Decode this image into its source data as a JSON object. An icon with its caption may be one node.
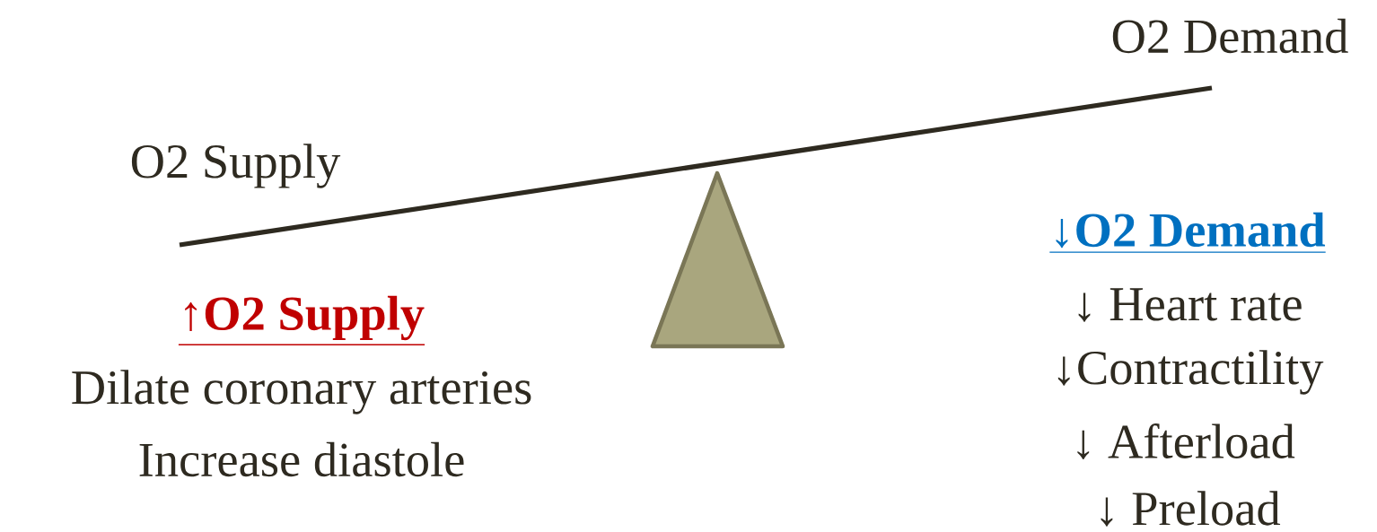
{
  "diagram": {
    "labels": [
      "O2 Demand",
      "O2 Supply",
      "↑O2 Supply",
      "Dilate coronary arteries",
      "Increase diastole",
      "↓O2 Demand",
      "↓ Heart rate",
      "↓Contractility",
      "↓ Afterload",
      "↓ Preload"
    ]
  }
}
